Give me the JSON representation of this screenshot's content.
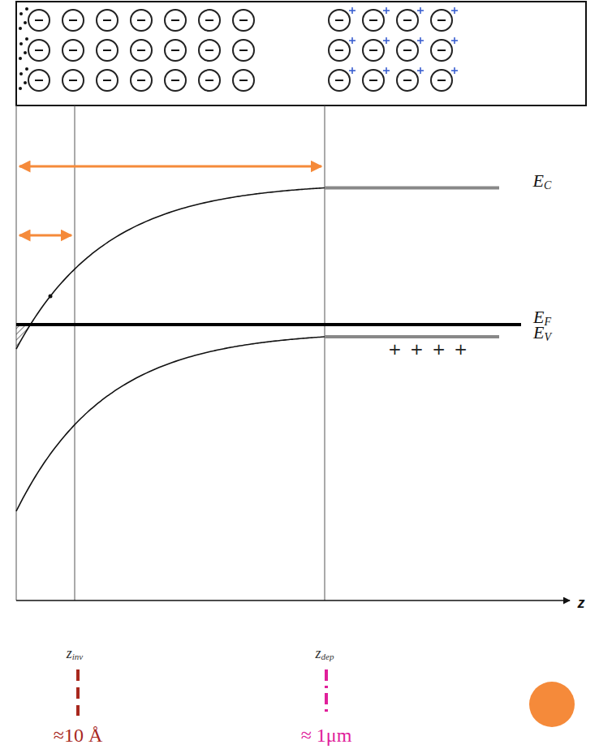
{
  "diagram": {
    "labels": [
      "EC",
      "EF",
      "EV",
      "+ + + +",
      "z",
      "zinv",
      "zdep",
      "≈10 Å",
      "≈ 1μm"
    ]
  }
}
